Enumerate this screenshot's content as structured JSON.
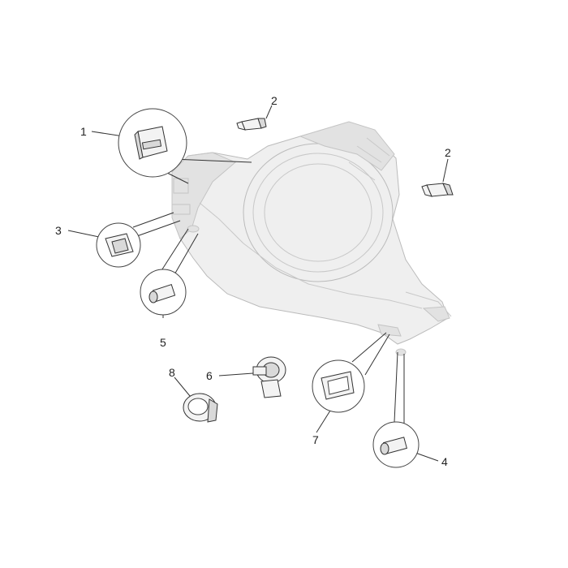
{
  "callouts": [
    {
      "id": "1",
      "label": "1"
    },
    {
      "id": "2a",
      "label": "2"
    },
    {
      "id": "2b",
      "label": "2"
    },
    {
      "id": "3",
      "label": "3"
    },
    {
      "id": "4",
      "label": "4"
    },
    {
      "id": "5",
      "label": "5"
    },
    {
      "id": "6",
      "label": "6"
    },
    {
      "id": "7",
      "label": "7"
    },
    {
      "id": "8",
      "label": "8"
    }
  ]
}
